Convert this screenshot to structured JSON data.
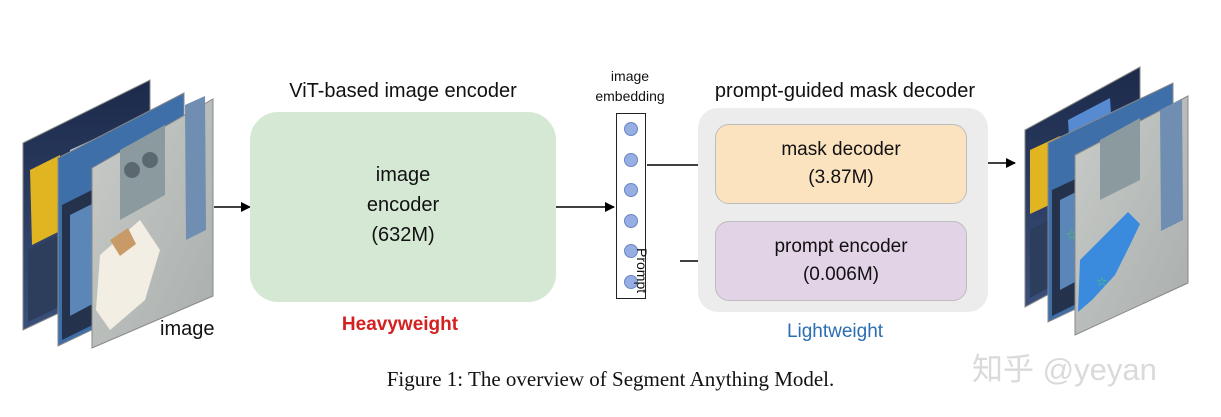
{
  "figure": {
    "input_label": "image",
    "encoder": {
      "title": "ViT-based image encoder",
      "line1": "image",
      "line2": "encoder",
      "line3": "(632M)",
      "weight_label": "Heavyweight"
    },
    "embedding": {
      "line1": "image",
      "line2": "embedding",
      "dot_count": 6
    },
    "prompt_label": "Prompt",
    "decoder": {
      "title": "prompt-guided mask decoder",
      "mask_decoder_line1": "mask decoder",
      "mask_decoder_line2": "(3.87M)",
      "prompt_encoder_line1": "prompt encoder",
      "prompt_encoder_line2": "(0.006M)",
      "weight_label": "Lightweight"
    },
    "caption": "Figure 1: The overview of Segment Anything Model.",
    "watermark": "知乎 @yeyan"
  },
  "colors": {
    "encoder_fill": "#d4e8d4",
    "mask_decoder_fill": "#fbe3c0",
    "prompt_encoder_fill": "#e3d3e6",
    "decoder_region_fill": "#ececec",
    "embedding_dot": "#97aee3",
    "heavyweight_text": "#d42020",
    "lightweight_text": "#2b6db3",
    "mask_overlay": "#2f86e0"
  }
}
